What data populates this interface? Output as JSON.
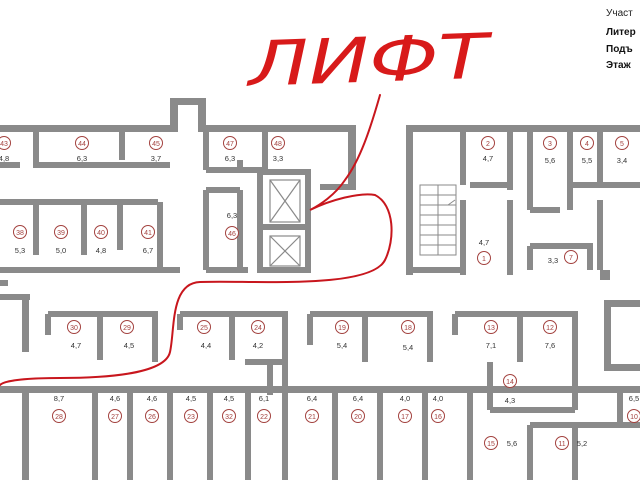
{
  "header": {
    "lines": [
      "Участ",
      "Литер",
      "Подъ",
      "Этаж"
    ]
  },
  "annotation": {
    "text": "ЛИФТ",
    "color": "#d81a1a"
  },
  "colors": {
    "wall": "#8a8a8a",
    "badge": "#a3423f",
    "route": "#c8161d",
    "text": "#333333"
  },
  "rooms": [
    {
      "num": "43",
      "area": "4,8"
    },
    {
      "num": "44",
      "area": "6,3"
    },
    {
      "num": "45",
      "area": "3,7"
    },
    {
      "num": "47",
      "area": "6,3"
    },
    {
      "num": "48",
      "area": "3,3"
    },
    {
      "num": "2",
      "area": "4,7"
    },
    {
      "num": "3",
      "area": "5,6"
    },
    {
      "num": "4",
      "area": "5,5"
    },
    {
      "num": "5",
      "area": "3,4"
    },
    {
      "num": "38",
      "area": "5,3"
    },
    {
      "num": "39",
      "area": "5,0"
    },
    {
      "num": "40",
      "area": "4,8"
    },
    {
      "num": "41",
      "area": "6,7"
    },
    {
      "num": "46",
      "area": "6,3"
    },
    {
      "num": "1",
      "area": "4,7"
    },
    {
      "num": "7",
      "area": "3,3"
    },
    {
      "num": "30",
      "area": "4,7"
    },
    {
      "num": "29",
      "area": "4,5"
    },
    {
      "num": "25",
      "area": "4,4"
    },
    {
      "num": "24",
      "area": "4,2"
    },
    {
      "num": "19",
      "area": "5,4"
    },
    {
      "num": "18",
      "area": "5,4"
    },
    {
      "num": "13",
      "area": "7,1"
    },
    {
      "num": "12",
      "area": "7,6"
    },
    {
      "num": "14",
      "area": "4,3"
    },
    {
      "num": "28",
      "area": "8,7"
    },
    {
      "num": "27",
      "area": "4,6"
    },
    {
      "num": "26",
      "area": "4,6"
    },
    {
      "num": "23",
      "area": "4,5"
    },
    {
      "num": "32",
      "area": "4,5"
    },
    {
      "num": "22",
      "area": "6,1"
    },
    {
      "num": "21",
      "area": "6,4"
    },
    {
      "num": "20",
      "area": "6,4"
    },
    {
      "num": "17",
      "area": "4,0"
    },
    {
      "num": "16",
      "area": "4,0"
    },
    {
      "num": "15",
      "area": "5,6"
    },
    {
      "num": "11",
      "area": "5,2"
    },
    {
      "num": "10",
      "area": "6,5"
    }
  ]
}
